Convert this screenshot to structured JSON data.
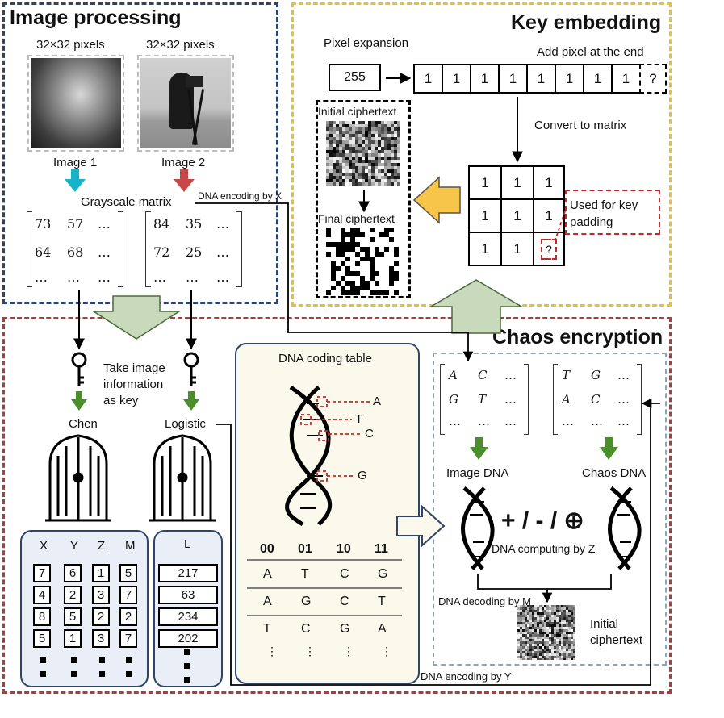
{
  "image_processing": {
    "title": "Image processing",
    "size_label_1": "32×32 pixels",
    "size_label_2": "32×32 pixels",
    "image1_label": "Image 1",
    "image2_label": "Image 2",
    "grayscale_label": "Grayscale matrix",
    "dna_encoding_x": "DNA encoding by X",
    "matrix1": {
      "r1": [
        "73",
        "57",
        "…"
      ],
      "r2": [
        "64",
        "68",
        "…"
      ],
      "r3": [
        "…",
        "…",
        "…"
      ]
    },
    "matrix2": {
      "r1": [
        "84",
        "35",
        "…"
      ],
      "r2": [
        "72",
        "25",
        "…"
      ],
      "r3": [
        "…",
        "…",
        "…"
      ]
    }
  },
  "key_embedding": {
    "title": "Key embedding",
    "pixel_expansion": "Pixel expansion",
    "add_pixel": "Add pixel at the end",
    "pixel_value": "255",
    "bits": [
      "1",
      "1",
      "1",
      "1",
      "1",
      "1",
      "1",
      "1",
      "?"
    ],
    "convert_label": "Convert to matrix",
    "grid": [
      "1",
      "1",
      "1",
      "1",
      "1",
      "1",
      "1",
      "1",
      "?"
    ],
    "used_for_key_padding": "Used for key padding",
    "initial_ciphertext": "Initial ciphertext",
    "final_ciphertext": "Final ciphertext"
  },
  "chaos": {
    "title": "Chaos encryption",
    "take_key": "Take image information as key",
    "chen": "Chen",
    "logistic": "Logistic",
    "xyzm_headers": [
      "X",
      "Y",
      "Z",
      "M"
    ],
    "xyzm_rows": [
      [
        "7",
        "6",
        "1",
        "5"
      ],
      [
        "4",
        "2",
        "3",
        "7"
      ],
      [
        "8",
        "5",
        "2",
        "2"
      ],
      [
        "5",
        "1",
        "3",
        "7"
      ]
    ],
    "l_header": "L",
    "l_values": [
      "217",
      "63",
      "234",
      "202"
    ],
    "dna_table_title": "DNA coding table",
    "helix_labels": [
      "A",
      "T",
      "C",
      "G"
    ],
    "table_header": [
      "00",
      "01",
      "10",
      "11"
    ],
    "table_rows": [
      [
        "A",
        "T",
        "C",
        "G"
      ],
      [
        "A",
        "G",
        "C",
        "T"
      ],
      [
        "T",
        "C",
        "G",
        "A"
      ]
    ],
    "image_matrix": {
      "r1": [
        "A",
        "C",
        "…"
      ],
      "r2": [
        "G",
        "T",
        "…"
      ],
      "r3": [
        "…",
        "…",
        "…"
      ]
    },
    "chaos_matrix": {
      "r1": [
        "T",
        "G",
        "…"
      ],
      "r2": [
        "A",
        "C",
        "…"
      ],
      "r3": [
        "…",
        "…",
        "…"
      ]
    },
    "image_dna": "Image DNA",
    "chaos_dna": "Chaos DNA",
    "operators": "+ / - / ⊕",
    "dna_computing_z": "DNA computing by Z",
    "dna_decoding_m": "DNA decoding by M",
    "initial_ciphertext": "Initial ciphertext",
    "dna_encoding_y": "DNA encoding by Y"
  },
  "colors": {
    "blue_border": "#2e4468",
    "yellow_border": "#e8bf3a",
    "red_border": "#b33a3a",
    "chaos_inner": "#8ea3b8",
    "teal_arrow": "#17b3c6",
    "red_arrow": "#c84848",
    "green_arrow": "#4a8f2a",
    "big_arrow_fill": "#c9d9bb",
    "yellow_arrow_fill": "#f6c54a",
    "panel_fill": "#eaeff7",
    "dna_panel_fill": "#fbf8ec"
  }
}
